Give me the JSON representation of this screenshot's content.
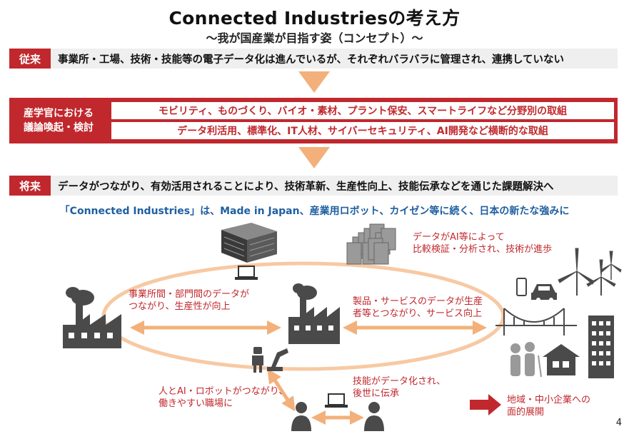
{
  "header": {
    "title": "Connected Industriesの考え方",
    "subtitle": "～我が国産業が目指す姿（コンセプト）～"
  },
  "past": {
    "tag": "従来",
    "text": "事業所・工場、技術・技能等の電子データ化は進んでいるが、それぞれバラバラに管理され、連携していない"
  },
  "discussion": {
    "tag_line1": "産学官における",
    "tag_line2": "議論喚起・検討",
    "row1": "モビリティ、ものづくり、バイオ・素材、プラント保安、スマートライフなど分野別の取組",
    "row2": "データ利活用、標準化、IT人材、サイバーセキュリティ、AI開発など横断的な取組"
  },
  "future": {
    "tag": "将来",
    "text": "データがつながり、有効活用されることにより、技術革新、生産性向上、技能伝承などを通じた課題解決へ"
  },
  "connected_line": "「Connected Industries」は、Made in Japan、産業用ロボット、カイゼン等に続く、日本の新たな強みに",
  "diagram": {
    "note_ai_line1": "データがAI等によって",
    "note_ai_line2": "比較検証・分析され、技術が進歩",
    "note_factory_line1": "事業所間・部門間のデータが",
    "note_factory_line2": "つながり、生産性が向上",
    "note_service_line1": "製品・サービスのデータが生産",
    "note_service_line2": "者等とつながり、サービス向上",
    "note_human_line1": "人とAI・ロボットがつながり、",
    "note_human_line2": "働きやすい職場に",
    "note_skill_line1": "技能がデータ化され、",
    "note_skill_line2": "後世に伝承",
    "note_region_line1": "地域・中小企業への",
    "note_region_line2": "面的展開"
  },
  "colors": {
    "accent_red": "#c0282d",
    "band_gray": "#efefef",
    "arrow_orange": "#f3b07a",
    "text_blue": "#1f5fa0",
    "icon_gray": "#4a4a4a"
  },
  "page_number": "4"
}
